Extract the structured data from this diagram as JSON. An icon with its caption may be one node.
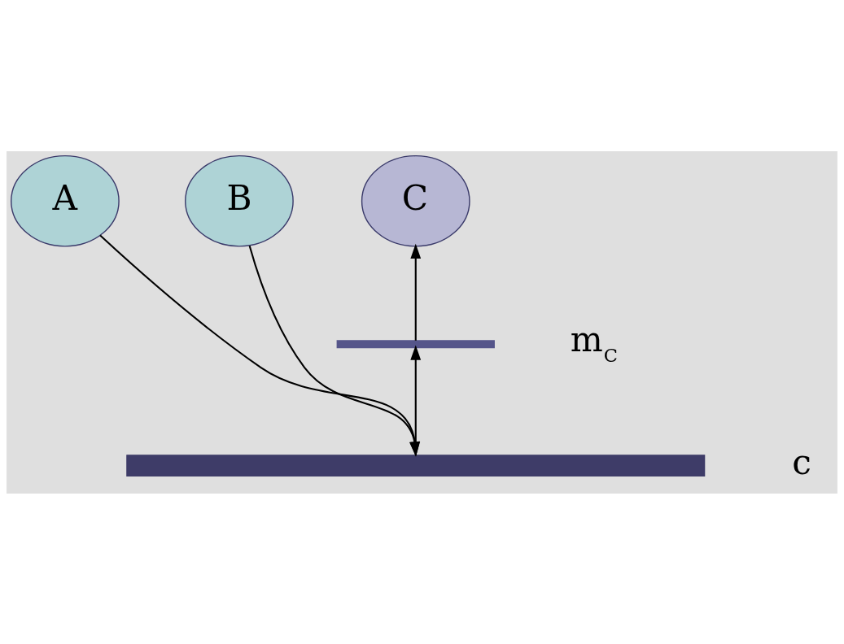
{
  "diagram": {
    "nodes": [
      {
        "text": [
          "A"
        ]
      },
      {
        "text": [
          "B"
        ]
      },
      {
        "text": [
          "C"
        ]
      },
      {
        "text": [],
        "shape": "bar",
        "beside": [
          "c"
        ]
      },
      {
        "text": [],
        "shape": "wave",
        "beside": [
          "m$_{C}$"
        ]
      }
    ],
    "edges": [
      {
        "from": 0,
        "to": 3,
        "arrow": "to"
      },
      {
        "from": 1,
        "to": 3,
        "arrow": "to"
      },
      {
        "from": 3,
        "to": 4,
        "arrow": "to"
      },
      {
        "from": 4,
        "to": 2,
        "arrow": "to"
      }
    ]
  }
}
